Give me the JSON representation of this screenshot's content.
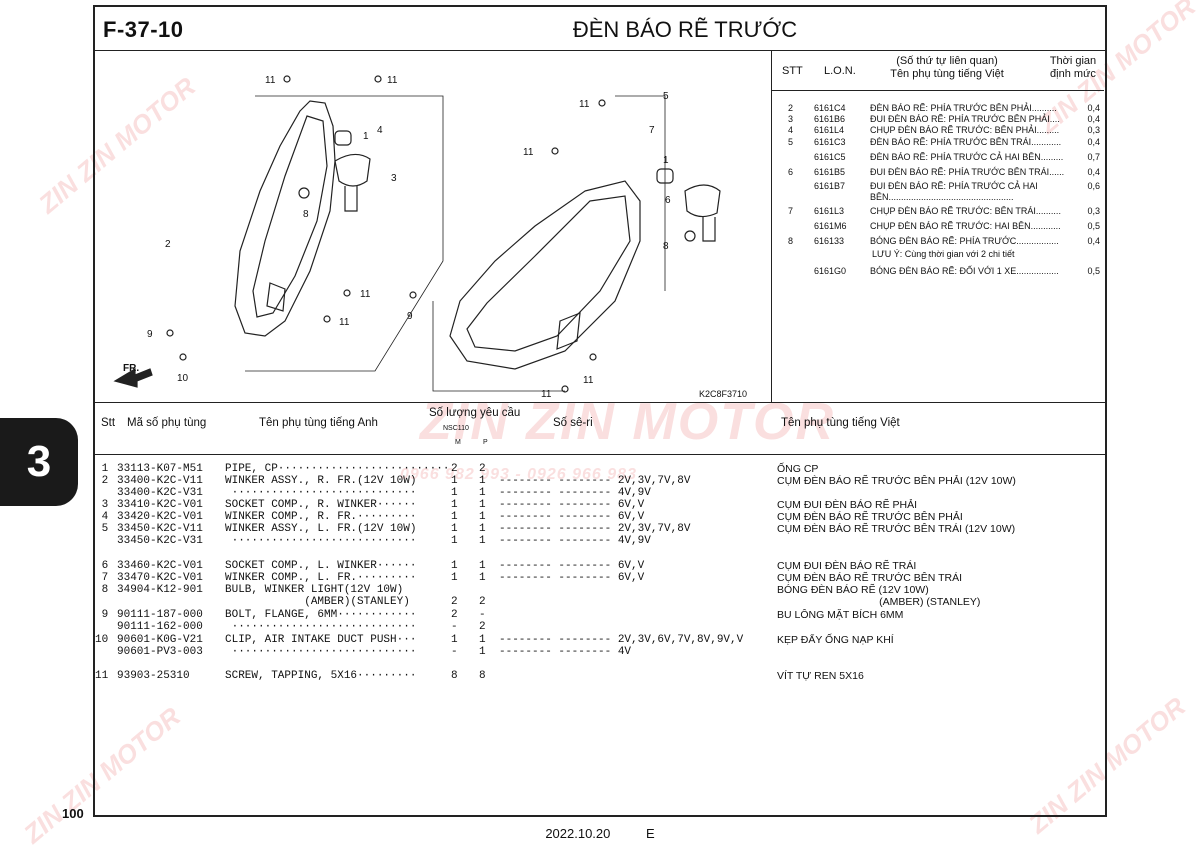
{
  "header": {
    "figure_no": "F-37-10",
    "title": "ĐÈN BÁO RẼ TRƯỚC"
  },
  "diagram": {
    "ref_code": "K2C8F3710",
    "callouts": [
      "1",
      "2",
      "3",
      "4",
      "5",
      "6",
      "7",
      "8",
      "9",
      "10",
      "11"
    ],
    "direction_label": "FR."
  },
  "lon_table": {
    "head": {
      "stt": "STT",
      "lon": "L.O.N.",
      "vi_line1": "(Số thứ tự liên quan)",
      "vi_line2": "Tên phụ tùng tiếng Việt",
      "time_line1": "Thời gian",
      "time_line2": "định mức"
    },
    "rows": [
      {
        "stt": "2",
        "lon": "6161C4",
        "name": "ĐÈN BÁO RẼ: PHÍA TRƯỚC BÊN PHẢI..........",
        "time": "0,4"
      },
      {
        "stt": "3",
        "lon": "6161B6",
        "name": "ĐUI ĐÈN BÁO RẼ: PHÍA TRƯỚC BÊN PHẢI....",
        "time": "0,4"
      },
      {
        "stt": "4",
        "lon": "6161L4",
        "name": "CHỤP ĐÈN BÁO RẼ TRƯỚC: BÊN PHẢI.........",
        "time": "0,3"
      },
      {
        "stt": "5",
        "lon": "6161C3",
        "name": "ĐÈN BÁO RẼ: PHÍA TRƯỚC BÊN TRÁI............",
        "time": "0,4"
      },
      {
        "stt": "",
        "lon": "6161C5",
        "name": "ĐÈN BÁO RẼ: PHÍA TRƯỚC CẢ HAI BÊN.........",
        "time": "0,7"
      },
      {
        "stt": "6",
        "lon": "6161B5",
        "name": "ĐUI ĐÈN BÁO RẼ: PHÍA TRƯỚC BÊN TRÁI......",
        "time": "0,4"
      },
      {
        "stt": "",
        "lon": "6161B7",
        "name": "ĐUI ĐÈN BÁO RẼ: PHÍA TRƯỚC CẢ HAI BÊN..................................................",
        "time": "0,6"
      },
      {
        "stt": "7",
        "lon": "6161L3",
        "name": "CHỤP ĐÈN BÁO RẼ TRƯỚC: BÊN TRÁI..........",
        "time": "0,3"
      },
      {
        "stt": "",
        "lon": "6161M6",
        "name": "CHỤP ĐÈN BÁO RẼ TRƯỚC: HAI BÊN............",
        "time": "0,5"
      },
      {
        "stt": "8",
        "lon": "616133",
        "name": "BÓNG ĐÈN BÁO RẼ: PHÍA TRƯỚC.................",
        "time": "0,4"
      },
      {
        "stt": "",
        "lon": "6161G0",
        "name": "BÓNG ĐÈN BÁO RẼ: ĐỐI VỚI 1 XE.................",
        "time": "0,5"
      }
    ],
    "note": "LƯU Ý: Cùng thời gian với 2 chi tiết"
  },
  "parts_table": {
    "head": {
      "stt": "Stt",
      "part_no": "Mã số phụ tùng",
      "name_en": "Tên phụ tùng tiếng Anh",
      "qty": "Số lượng yêu cầu",
      "model": "NSC110",
      "col_m": "M",
      "col_p": "P",
      "serial": "Số sê-ri",
      "name_vi": "Tên phụ tùng tiếng Việt"
    },
    "rows": [
      {
        "no": " 1",
        "part": "33113-K07-M51",
        "en": "PIPE, CP··························",
        "m": "2",
        "p": "2",
        "serial": "",
        "vi": "ỐNG CP"
      },
      {
        "no": " 2",
        "part": "33400-K2C-V11",
        "en": "WINKER ASSY., R. FR.(12V 10W)",
        "m": "1",
        "p": "1",
        "serial": "-------- -------- 2V,3V,7V,8V",
        "vi": "CỤM ĐÈN BÁO RẼ TRƯỚC BÊN PHẢI (12V 10W)"
      },
      {
        "no": "",
        "part": "33400-K2C-V31",
        "en": " ····························",
        "m": "1",
        "p": "1",
        "serial": "-------- -------- 4V,9V",
        "vi": ""
      },
      {
        "no": " 3",
        "part": "33410-K2C-V01",
        "en": "SOCKET COMP., R. WINKER······",
        "m": "1",
        "p": "1",
        "serial": "-------- -------- 6V,V",
        "vi": "CỤM ĐUI ĐÈN BÁO RẼ PHẢI"
      },
      {
        "no": " 4",
        "part": "33420-K2C-V01",
        "en": "WINKER COMP., R. FR.·········",
        "m": "1",
        "p": "1",
        "serial": "-------- -------- 6V,V",
        "vi": "CỤM ĐÈN BÁO RẼ TRƯỚC BÊN PHẢI"
      },
      {
        "no": " 5",
        "part": "33450-K2C-V11",
        "en": "WINKER ASSY., L. FR.(12V 10W)",
        "m": "1",
        "p": "1",
        "serial": "-------- -------- 2V,3V,7V,8V",
        "vi": "CỤM ĐÈN BÁO RẼ TRƯỚC BÊN TRÁI (12V 10W)"
      },
      {
        "no": "",
        "part": "33450-K2C-V31",
        "en": " ····························",
        "m": "1",
        "p": "1",
        "serial": "-------- -------- 4V,9V",
        "vi": ""
      },
      {
        "no": " 6",
        "part": "33460-K2C-V01",
        "en": "SOCKET COMP., L. WINKER······",
        "m": "1",
        "p": "1",
        "serial": "-------- -------- 6V,V",
        "vi": "CỤM ĐUI ĐÈN BÁO RẼ TRÁI"
      },
      {
        "no": " 7",
        "part": "33470-K2C-V01",
        "en": "WINKER COMP., L. FR.·········",
        "m": "1",
        "p": "1",
        "serial": "-------- -------- 6V,V",
        "vi": "CỤM ĐÈN BÁO RẼ TRƯỚC BÊN TRÁI"
      },
      {
        "no": " 8",
        "part": "34904-K12-901",
        "en": "BULB, WINKER LIGHT(12V 10W)",
        "m": "",
        "p": "",
        "serial": "",
        "vi": "BÓNG ĐÈN BÁO RẼ (12V 10W)"
      },
      {
        "no": "",
        "part": "",
        "en": "            (AMBER)(STANLEY)",
        "m": "2",
        "p": "2",
        "serial": "",
        "vi": "                                   (AMBER) (STANLEY)"
      },
      {
        "no": " 9",
        "part": "90111-187-000",
        "en": "BOLT, FLANGE, 6MM············",
        "m": "2",
        "p": "-",
        "serial": "",
        "vi": "BU LÔNG MẶT BÍCH 6MM"
      },
      {
        "no": "",
        "part": "90111-162-000",
        "en": " ····························",
        "m": "-",
        "p": "2",
        "serial": "",
        "vi": ""
      },
      {
        "no": "10",
        "part": "90601-K0G-V21",
        "en": "CLIP, AIR INTAKE DUCT PUSH···",
        "m": "1",
        "p": "1",
        "serial": "-------- -------- 2V,3V,6V,7V,8V,9V,V",
        "vi": "KẸP ĐẨY ỐNG NẠP KHÍ"
      },
      {
        "no": "",
        "part": "90601-PV3-003",
        "en": " ····························",
        "m": "-",
        "p": "1",
        "serial": "-------- -------- 4V",
        "vi": ""
      },
      {
        "no": "11",
        "part": "93903-25310",
        "en": "SCREW, TAPPING, 5X16·········",
        "m": "8",
        "p": "8",
        "serial": "",
        "vi": "VÍT TỰ REN 5X16"
      }
    ]
  },
  "side_tab": "3",
  "page_no": "100",
  "footer": {
    "date": "2022.10.20",
    "edition": "E"
  },
  "watermark": {
    "brand": "ZIN ZIN MOTOR",
    "phone": "0966 982 993 - 0926 966 983"
  },
  "colors": {
    "watermark": "#e66e6e",
    "ink": "#111111"
  }
}
